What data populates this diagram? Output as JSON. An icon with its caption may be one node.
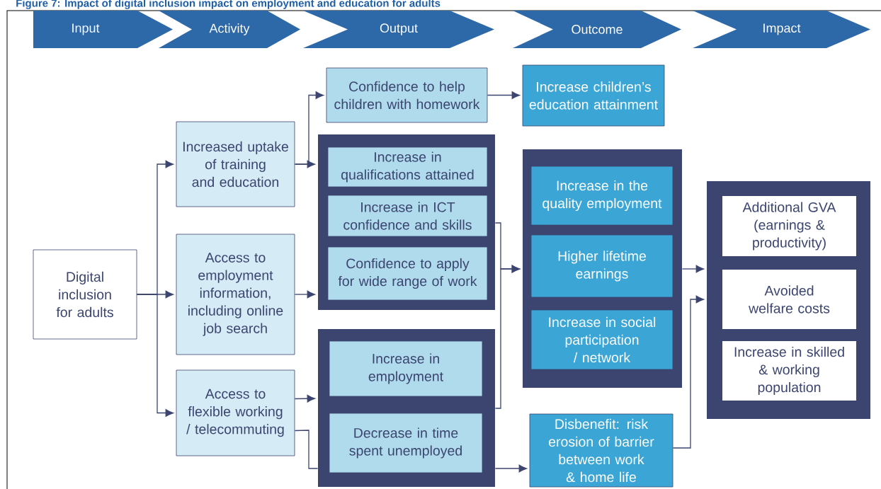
{
  "diagram": {
    "title": "Figure 7: Impact of digital inclusion impact on employment and education for adults",
    "nodes": [
      {
        "text": [
          "Input"
        ]
      },
      {
        "text": [
          "Activity"
        ]
      },
      {
        "text": [
          "Output"
        ]
      },
      {
        "text": [
          "Outcome"
        ]
      },
      {
        "text": [
          "Impact"
        ]
      },
      {
        "text": [
          "Digital inclusion for adults"
        ]
      },
      {
        "text": [
          "Increased uptake of training and education"
        ]
      },
      {
        "text": [
          "Access to employment information, including online job search"
        ]
      },
      {
        "text": [
          "Access to flexible working / telecommuting"
        ]
      },
      {
        "text": [
          "Confidence to help children with homework"
        ]
      },
      {
        "text": [
          "Increase children’s education attainment"
        ]
      },
      {
        "text": [],
        "shape": "box"
      },
      {
        "text": [
          "Increase in qualifications attained"
        ],
        "in": 11
      },
      {
        "text": [
          "Increase in ICT confidence and skills"
        ],
        "in": 11
      },
      {
        "text": [
          "Confidence to apply for wide range of work"
        ],
        "in": 11
      },
      {
        "text": [],
        "shape": "box"
      },
      {
        "text": [
          "Increase in employment"
        ],
        "in": 15
      },
      {
        "text": [
          "Decrease in time spent unemployed"
        ],
        "in": 15
      },
      {
        "text": [],
        "shape": "box"
      },
      {
        "text": [
          "Increase in the quality employment"
        ],
        "in": 18
      },
      {
        "text": [
          "Higher lifetime earnings"
        ],
        "in": 18
      },
      {
        "text": [
          "Increase in social participation / network"
        ],
        "in": 18
      },
      {
        "text": [
          "Disbenefit: risk erosion of barrier between work & home life"
        ]
      },
      {
        "text": [],
        "shape": "box"
      },
      {
        "text": [
          "Additional GVA (earnings & productivity)"
        ],
        "in": 23
      },
      {
        "text": [
          "Avoided welfare costs"
        ],
        "in": 23
      },
      {
        "text": [
          "Increase in skilled & working population"
        ],
        "in": 23
      }
    ],
    "edges": [
      {
        "from": 5,
        "to": 6,
        "arrow": "to"
      },
      {
        "from": 5,
        "to": 7,
        "arrow": "to"
      },
      {
        "from": 5,
        "to": 8,
        "arrow": "to"
      },
      {
        "from": 6,
        "to": 9,
        "arrow": "to"
      },
      {
        "from": 6,
        "to": 11,
        "arrow": "to"
      },
      {
        "from": 7,
        "to": 11,
        "arrow": "to"
      },
      {
        "from": 8,
        "to": 15,
        "arrow": "to"
      },
      {
        "from": 8,
        "to": 15,
        "arrow": "none"
      },
      {
        "from": 9,
        "to": 10,
        "arrow": "to"
      },
      {
        "from": 11,
        "to": 18,
        "arrow": "to"
      },
      {
        "from": 15,
        "to": 18,
        "arrow": "to"
      },
      {
        "from": 18,
        "to": 23,
        "arrow": "to"
      },
      {
        "from": 22,
        "to": 23,
        "arrow": "to"
      },
      {
        "from": 15,
        "to": 22,
        "arrow": "to"
      }
    ]
  }
}
